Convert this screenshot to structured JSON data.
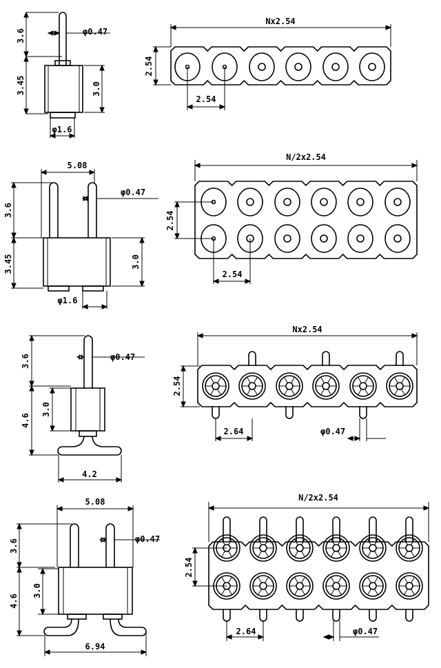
{
  "drawings": [
    {
      "name": "single-row-straight",
      "side_view": {
        "pin_length": "3.6",
        "body_height": "3.45",
        "insulator_height": "3.0",
        "pin_diameter": "φ0.47",
        "base_diameter": "φ1.6"
      },
      "top_view": {
        "total_length": "Nx2.54",
        "width": "2.54",
        "pitch": "2.54",
        "columns": 6,
        "rows": 1
      }
    },
    {
      "name": "double-row-straight",
      "side_view": {
        "row_spacing": "5.08",
        "pin_length": "3.6",
        "body_height": "3.45",
        "insulator_height": "3.0",
        "pin_diameter": "φ0.47",
        "base_diameter": "φ1.6"
      },
      "top_view": {
        "total_length": "N/2x2.54",
        "row_pitch": "2.54",
        "pitch": "2.54",
        "columns": 6,
        "rows": 2
      }
    },
    {
      "name": "single-row-smt",
      "side_view": {
        "pin_length": "3.6",
        "total_height": "4.6",
        "insulator_height": "3.0",
        "pin_diameter": "φ0.47",
        "foot_span": "4.2"
      },
      "top_view": {
        "total_length": "Nx2.54",
        "width": "2.54",
        "pitch": "2.64",
        "pin_diameter": "φ0.47",
        "columns": 6,
        "rows": 1
      }
    },
    {
      "name": "double-row-smt",
      "side_view": {
        "row_spacing": "5.08",
        "pin_length": "3.6",
        "total_height": "4.6",
        "insulator_height": "3.0",
        "pin_diameter": "φ0.47",
        "foot_span": "6.94"
      },
      "top_view": {
        "total_length": "N/2x2.54",
        "row_pitch": "2.54",
        "pitch": "2.64",
        "pin_diameter": "φ0.47",
        "columns": 6,
        "rows": 2
      }
    }
  ]
}
